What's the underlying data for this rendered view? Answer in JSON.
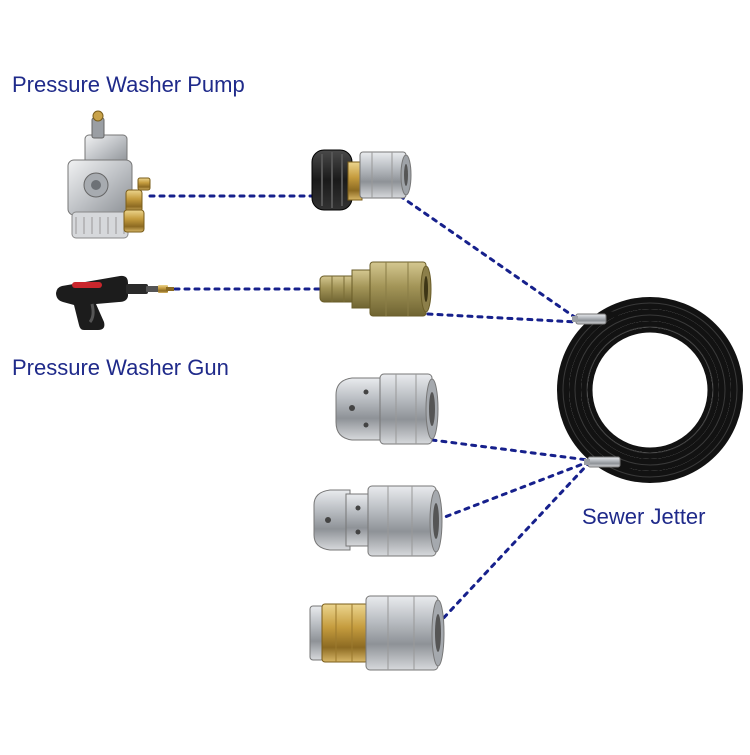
{
  "labels": {
    "pump": "Pressure Washer Pump",
    "gun": "Pressure Washer Gun",
    "jetter": "Sewer Jetter"
  },
  "colors": {
    "label_text": "#1f2a8a",
    "dotted_line": "#16208c",
    "hose": "#121212",
    "steel": "#b9bcc0",
    "brass": "#c9a44a",
    "black_collar": "#1c1c1c"
  },
  "icons": {
    "pump": "pressure-washer-pump-icon",
    "gun": "spray-gun-icon",
    "coupler": "m22-quick-coupler-icon",
    "plug": "brass-quick-plug-icon",
    "nozzle1": "sewer-nozzle-round-icon",
    "nozzle2": "sewer-nozzle-rotating-icon",
    "nozzle3": "sewer-nozzle-brass-tip-icon",
    "hose": "coiled-jetter-hose-icon"
  }
}
